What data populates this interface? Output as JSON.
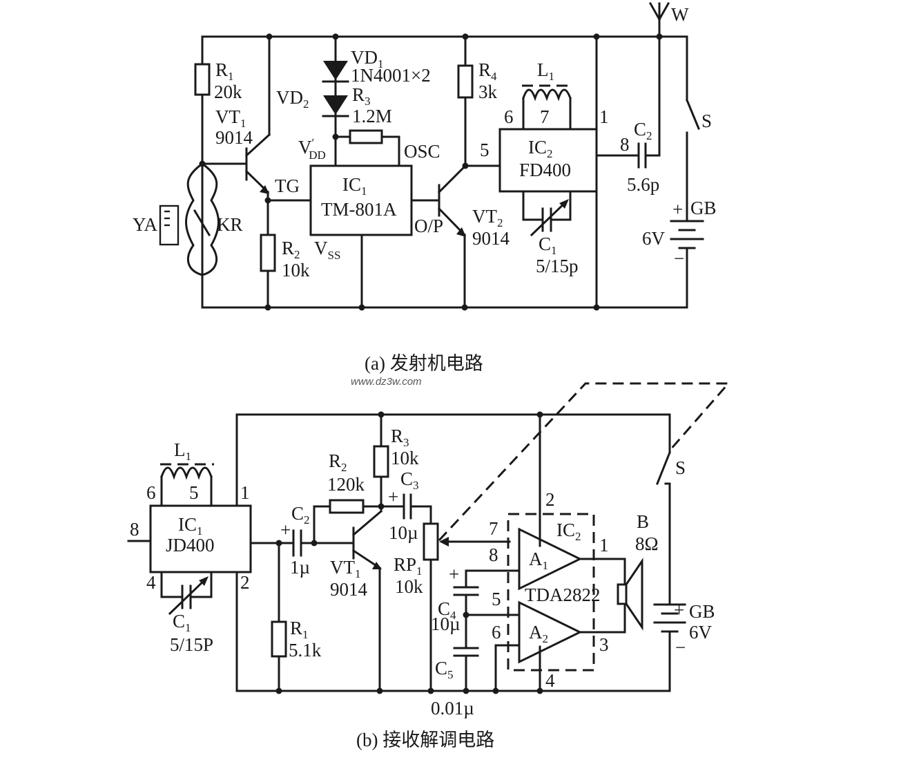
{
  "transmitter": {
    "caption": "(a) 发射机电路",
    "antenna": "W",
    "r1": {
      "name": "R",
      "sub": "1",
      "value": "20k"
    },
    "vt1": {
      "name": "VT",
      "sub": "1",
      "part": "9014"
    },
    "vd1": {
      "name": "VD",
      "sub": "1",
      "part": "1N4001×2"
    },
    "vd2": {
      "name": "VD",
      "sub": "2"
    },
    "r3": {
      "name": "R",
      "sub": "3",
      "value": "1.2M"
    },
    "vdd": {
      "name": "V",
      "prime": "′",
      "sub": "DD"
    },
    "osc": "OSC",
    "tg": "TG",
    "ic1": {
      "name": "IC",
      "sub": "1",
      "part": "TM-801A"
    },
    "op": "O/P",
    "vss": {
      "name": "V",
      "sub": "SS"
    },
    "r2": {
      "name": "R",
      "sub": "2",
      "value": "10k"
    },
    "ya": "YA",
    "kr": "KR",
    "r4": {
      "name": "R",
      "sub": "4",
      "value": "3k"
    },
    "vt2": {
      "name": "VT",
      "sub": "2",
      "part": "9014"
    },
    "l1": {
      "name": "L",
      "sub": "1"
    },
    "ic2": {
      "name": "IC",
      "sub": "2",
      "part": "FD400"
    },
    "pins": {
      "p6": "6",
      "p7": "7",
      "p1": "1",
      "p5": "5",
      "p8": "8"
    },
    "c1": {
      "name": "C",
      "sub": "1",
      "value": "5/15p"
    },
    "c2": {
      "name": "C",
      "sub": "2",
      "value": "5.6p"
    },
    "switch": "S",
    "battery": {
      "name": "GB",
      "value": "6V",
      "plus": "+",
      "minus": "−"
    }
  },
  "watermark": "www.dz3w.com",
  "receiver": {
    "caption": "(b) 接收解调电路",
    "l1": {
      "name": "L",
      "sub": "1"
    },
    "ic1": {
      "name": "IC",
      "sub": "1",
      "part": "JD400"
    },
    "pins": {
      "p6": "6",
      "p5": "5",
      "p1": "1",
      "p8": "8",
      "p4": "4",
      "p2": "2"
    },
    "c1": {
      "name": "C",
      "sub": "1",
      "value": "5/15P"
    },
    "c2": {
      "name": "C",
      "sub": "2",
      "value": "1µ",
      "plus": "+"
    },
    "r1": {
      "name": "R",
      "sub": "1",
      "value": "5.1k"
    },
    "r2": {
      "name": "R",
      "sub": "2",
      "value": "120k"
    },
    "r3": {
      "name": "R",
      "sub": "3",
      "value": "10k"
    },
    "c3": {
      "name": "C",
      "sub": "3",
      "value": "10µ",
      "plus": "+"
    },
    "vt1": {
      "name": "VT",
      "sub": "1",
      "part": "9014"
    },
    "rp1": {
      "name": "RP",
      "sub": "1",
      "value": "10k"
    },
    "c4": {
      "name": "C",
      "sub": "4",
      "value": "10µ",
      "plus": "+"
    },
    "c5": {
      "name": "C",
      "sub": "5",
      "value": "0.01µ"
    },
    "ic2": {
      "name": "IC",
      "sub": "2",
      "part": "TDA2822"
    },
    "amp1": {
      "name": "A",
      "sub": "1"
    },
    "amp2": {
      "name": "A",
      "sub": "2"
    },
    "ic2pins": {
      "p2": "2",
      "p7": "7",
      "p8": "8",
      "p5": "5",
      "p6": "6",
      "p1": "1",
      "p3": "3",
      "p4": "4"
    },
    "speaker": {
      "name": "B",
      "value": "8Ω"
    },
    "switch": "S",
    "battery": {
      "name": "GB",
      "value": "6V",
      "plus": "+",
      "minus": "−"
    }
  }
}
